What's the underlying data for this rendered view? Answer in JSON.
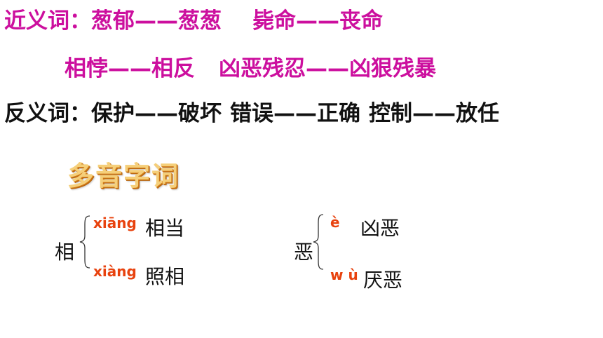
{
  "synonyms": {
    "label": "近义词：",
    "pair1": "葱郁——葱葱",
    "pair2": "毙命——丧命",
    "pair3": "相悖——相反",
    "pair4": "凶恶残忍——凶狠残暴"
  },
  "antonyms": {
    "label": "反义词：",
    "pair1": "保护——破坏",
    "pair2": "错误——正确",
    "pair3": "控制——放任"
  },
  "polyphonic": {
    "title": "多音字词",
    "groups": [
      {
        "char": "相",
        "readings": [
          {
            "pinyin": "xiāng",
            "word": "相当"
          },
          {
            "pinyin": "xiàng",
            "word": "照相"
          }
        ]
      },
      {
        "char": "恶",
        "readings": [
          {
            "pinyin": "è",
            "word": "凶恶"
          },
          {
            "pinyin": "w ù",
            "word": "厌恶"
          }
        ]
      }
    ]
  },
  "colors": {
    "synonym_text": "#cc0f9e",
    "antonym_text": "#111111",
    "pinyin": "#e8420e",
    "heading_fill": "#f5cf7a"
  }
}
